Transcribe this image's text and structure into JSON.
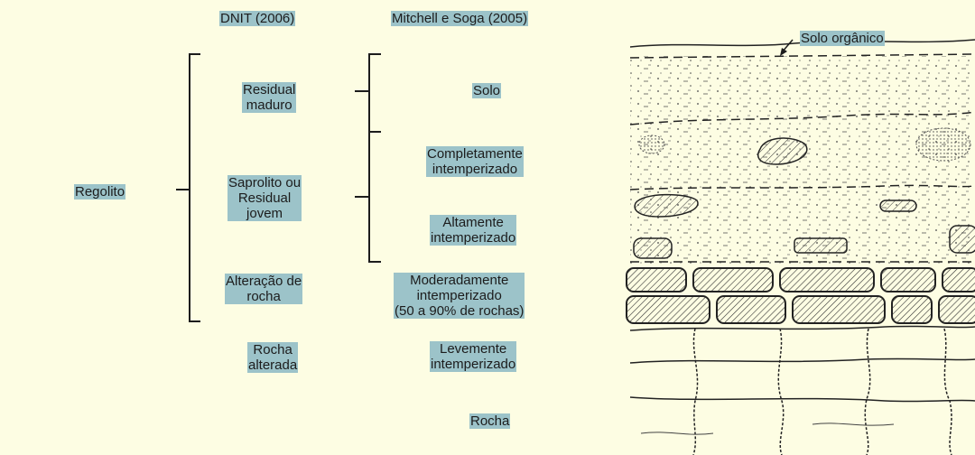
{
  "headers": {
    "dnit": "DNIT (2006)",
    "mitchell": "Mitchell e Soga (2005)"
  },
  "regolito": "Regolito",
  "dnit_classes": [
    [
      "Residual",
      "maduro"
    ],
    [
      "Saprolito ou",
      "Residual",
      "jovem"
    ],
    [
      "Alteração de",
      "rocha"
    ],
    [
      "Rocha",
      "alterada"
    ]
  ],
  "mitchell_classes": [
    [
      "Solo"
    ],
    [
      "Completamente",
      "intemperizado"
    ],
    [
      "Altamente",
      "intemperizado"
    ],
    [
      "Moderadamente",
      "intemperizado",
      "(50 a 90% de rochas)"
    ],
    [
      "Levemente",
      "intemperizado"
    ],
    [
      "Rocha"
    ]
  ],
  "profile_callout": "Solo orgânico",
  "colors": {
    "background": "#fdfde3",
    "label_highlight": "#9cc3c9",
    "ink": "#1c1c1c"
  }
}
